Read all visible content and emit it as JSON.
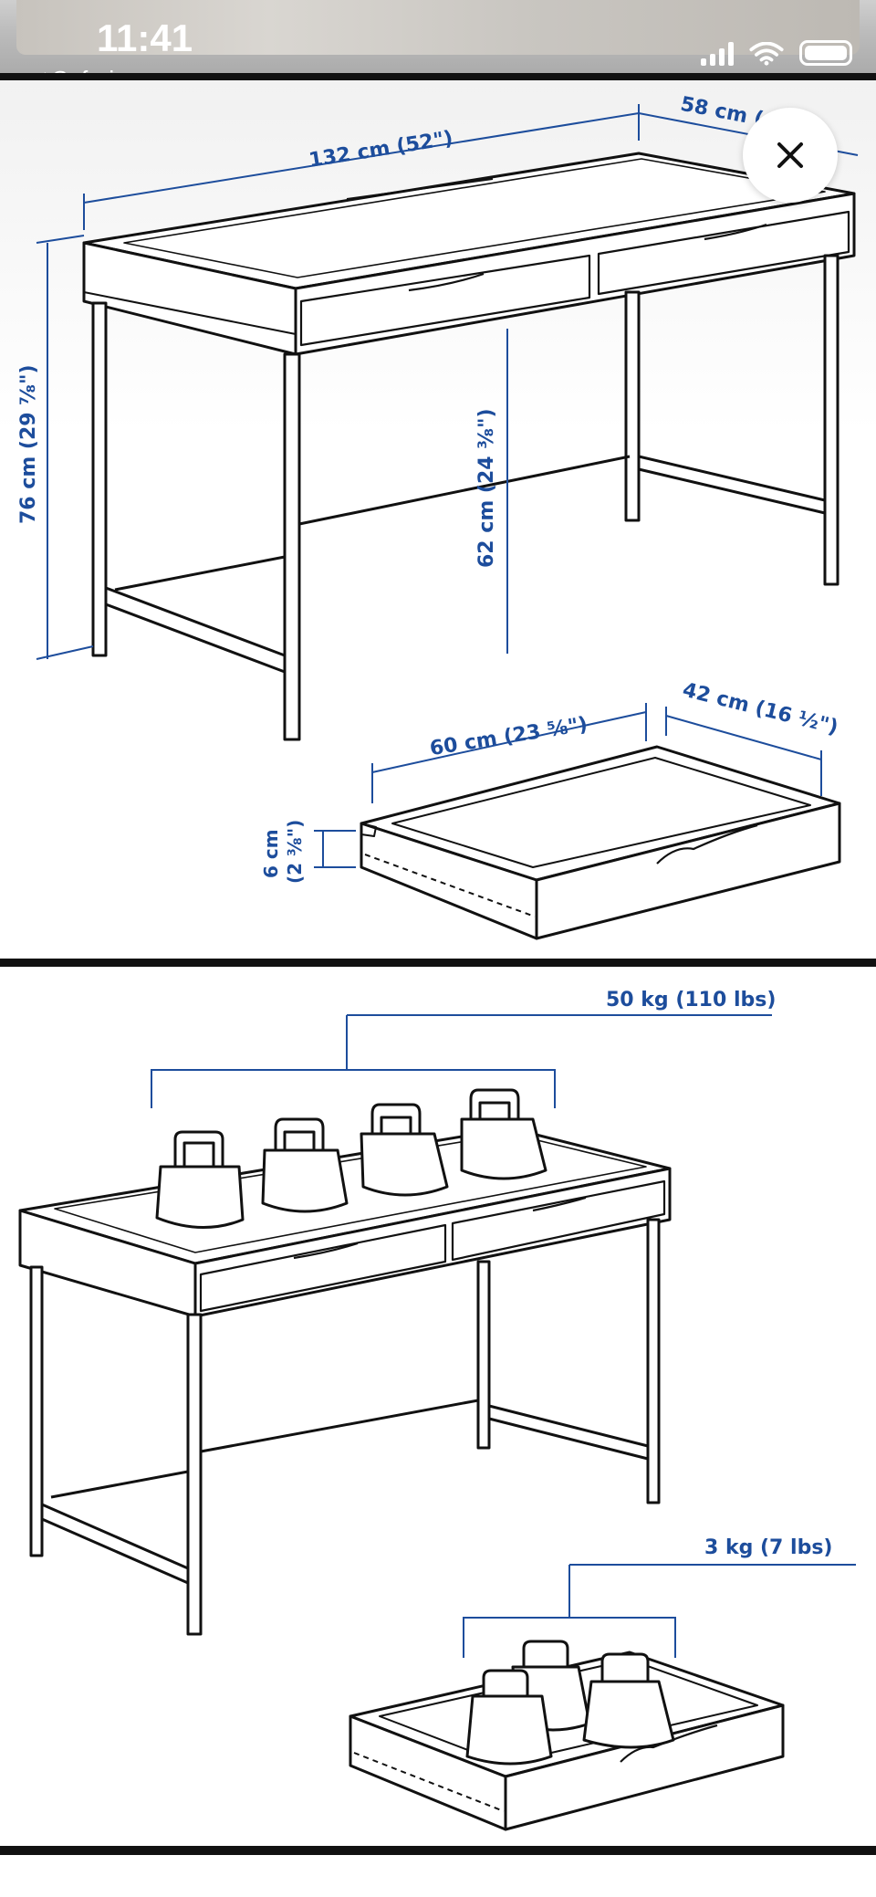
{
  "status_bar": {
    "time": "11:41",
    "back_label": "◀ Safari",
    "icons": [
      "signal-icon",
      "wifi-icon",
      "battery-icon"
    ]
  },
  "dimensions_panel": {
    "width_label": "132 cm (52\")",
    "depth_label": "58 cm (",
    "height_label": "76 cm (29 ⅞\")",
    "leg_clearance_label": "62 cm (24 ⅜\")",
    "drawer_width_label": "60 cm (23 ⅝\")",
    "drawer_depth_label": "42 cm (16 ½\")",
    "drawer_height_label_cm": "6 cm",
    "drawer_height_label_in": "(2 ⅜\")"
  },
  "loads_panel": {
    "top_load_label": "50 kg (110 lbs)",
    "drawer_load_label": "3 kg (7 lbs)"
  },
  "close_button": {
    "icon": "close-icon"
  },
  "colors": {
    "annotation": "#1d4d9c",
    "line_art": "#111111"
  }
}
